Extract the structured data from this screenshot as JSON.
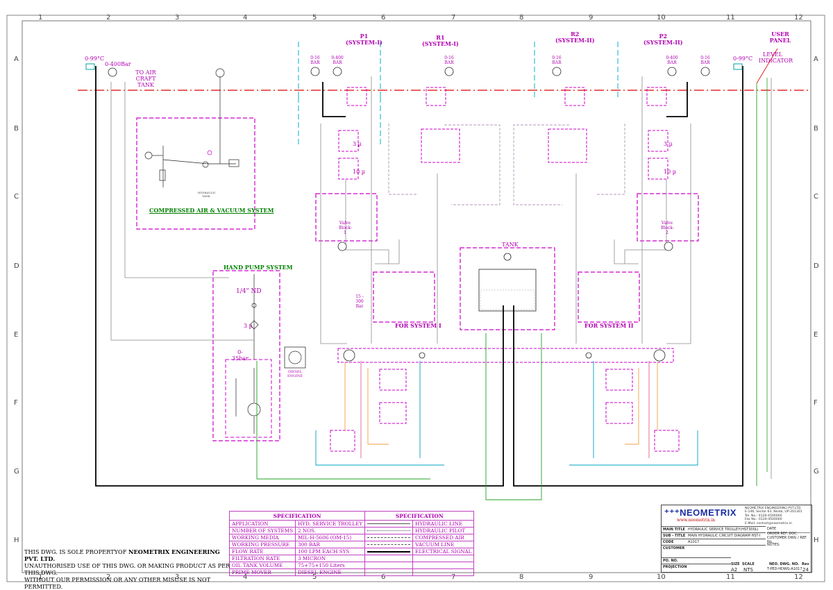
{
  "frame": {
    "columns": [
      "1",
      "2",
      "3",
      "4",
      "5",
      "6",
      "7",
      "8",
      "9",
      "10",
      "11",
      "12"
    ],
    "rows": [
      "A",
      "B",
      "C",
      "D",
      "E",
      "F",
      "G",
      "H"
    ]
  },
  "labels": {
    "p1": "P1",
    "p1_sys": "(SYSTEM-I)",
    "r1": "R1",
    "r1_sys": "(SYSTEM-I)",
    "r2": "R2",
    "r2_sys": "(SYSTEM-II)",
    "p2": "P2",
    "p2_sys": "(SYSTEM-II)",
    "user_panel": "USER PANEL",
    "level_indicator": "LEVEL INDICATOR",
    "to_aircraft_tank": "TO AIR CRAFT TANK",
    "gauge_left_temp": "0-99°C",
    "gauge_right_temp": "0-99°C",
    "gauge_400": "0-400Bar",
    "gauge_p1_a": "0-16 BAR",
    "gauge_p1_b": "0-400 BAR",
    "gauge_r1": "0-16 BAR",
    "gauge_r2": "0-16 BAR",
    "gauge_p2_a": "0-400 BAR",
    "gauge_p2_b": "0-16 BAR",
    "compressed_air": "COMPRESSED AIR & VACUUM SYSTEM",
    "hydraulic_tank_small": "HYDRAULIC TANK",
    "hand_pump": "HAND PUMP SYSTEM",
    "nd": "1/4\" ND",
    "filter_3u": "3 µ",
    "range_0_35": "0-35bar",
    "diesel_engine": "DIESEL ENGINE",
    "tank": "TANK",
    "for_system_1": "FOR SYSTEM I",
    "for_system_2": "FOR SYSTEM II",
    "valve_block_1": "Valve Block-1",
    "valve_block_2": "Valve Block-2",
    "filter_10u": "10 µ",
    "flow_15": "15 - 300 Bar"
  },
  "spec": {
    "header_left": "SPECIFICATION",
    "header_right": "SPECIFICATION",
    "rows": [
      {
        "k": "APPLICATION",
        "v": "HYD. SERVICE TROLLEY",
        "legend": "HYDRAULIC LINE"
      },
      {
        "k": "NUMBER OF SYSTEMS",
        "v": "2 NOS.",
        "legend": "HYDRAULIC PILOT"
      },
      {
        "k": "WORKING MEDIA",
        "v": "MIL-H-5606 (OM-15)",
        "legend": "COMPRESSED AIR"
      },
      {
        "k": "WORKING PRESSURE",
        "v": "300 BAR",
        "legend": "VACUUM LINE"
      },
      {
        "k": "FLOW RATE",
        "v": "100 LPM EACH SYS",
        "legend": "ELECTRICAL SIGNAL"
      },
      {
        "k": "FILTRATION RATE",
        "v": "3 MICRON",
        "legend": ""
      },
      {
        "k": "OIL TANK VOLUME",
        "v": "75+75+150 Liters",
        "legend": ""
      },
      {
        "k": "PRIME MOVER",
        "v": "DIESEL ENGINE",
        "legend": ""
      }
    ]
  },
  "notice": {
    "line1_a": "THIS DWG. IS SOLE PROPERTYOF ",
    "line1_b": "NEOMETRIX ENGINEERING PVT. LTD.",
    "line2": "UNAUTHORISED USE OF THIS DWG. OR MAKING PRODUCT AS PER THIS DWG.",
    "line3": "WITHOUT OUR PERMISSION OR ANY OTHER MISUSE IS NOT PERMITTED."
  },
  "titleblock": {
    "logo": "NEOMETRIX",
    "url": "www.neometrix.in",
    "company": [
      "NEOMETRIX ENGINEERING PVT.LTD.",
      "E-146, Sector 63, Noida, UP-201301",
      "Tel. No.: 0120-4500000",
      "Fax No.: 0120-4500000",
      "E-Mail: contact@neometrix.in"
    ],
    "main_title_k": "MAIN TITLE",
    "main_title_v": "HYDRAULIC SERVICE TROLLEY(HST300L)",
    "sub_title_k": "SUB - TITLE",
    "sub_title_v": "MAIN HYDRAULIC CIRCUIT DIAGRAM HST-I",
    "code_k": "CODE",
    "code_v": "A1017",
    "customer_k": "CUSTOMER",
    "po_k": "PO. NO.",
    "projection_k": "PROJECTION",
    "size_k": "SIZE",
    "size_v": "A2",
    "scale_k": "SCALE",
    "scale_v": "NTS",
    "dwg_k": "NEO. DWG. NO.",
    "dwg_v": "T-PED-HDWG-A1017",
    "rev_k": "Rev",
    "rev_v": "24",
    "notes_k": "NOTES:",
    "customer_dwg_k": "CUSTOMER DWG / REF. No.",
    "order_ref_k": "ORDER REF. DOC.",
    "date_k": "DATE"
  },
  "colors": {
    "magenta": "#cc00cc",
    "red_dashdot": "#e00000",
    "black_line": "#000000",
    "cyan": "#00a0c0",
    "green": "#20a020",
    "orange": "#f0a040",
    "grey": "#8a8a8a"
  }
}
